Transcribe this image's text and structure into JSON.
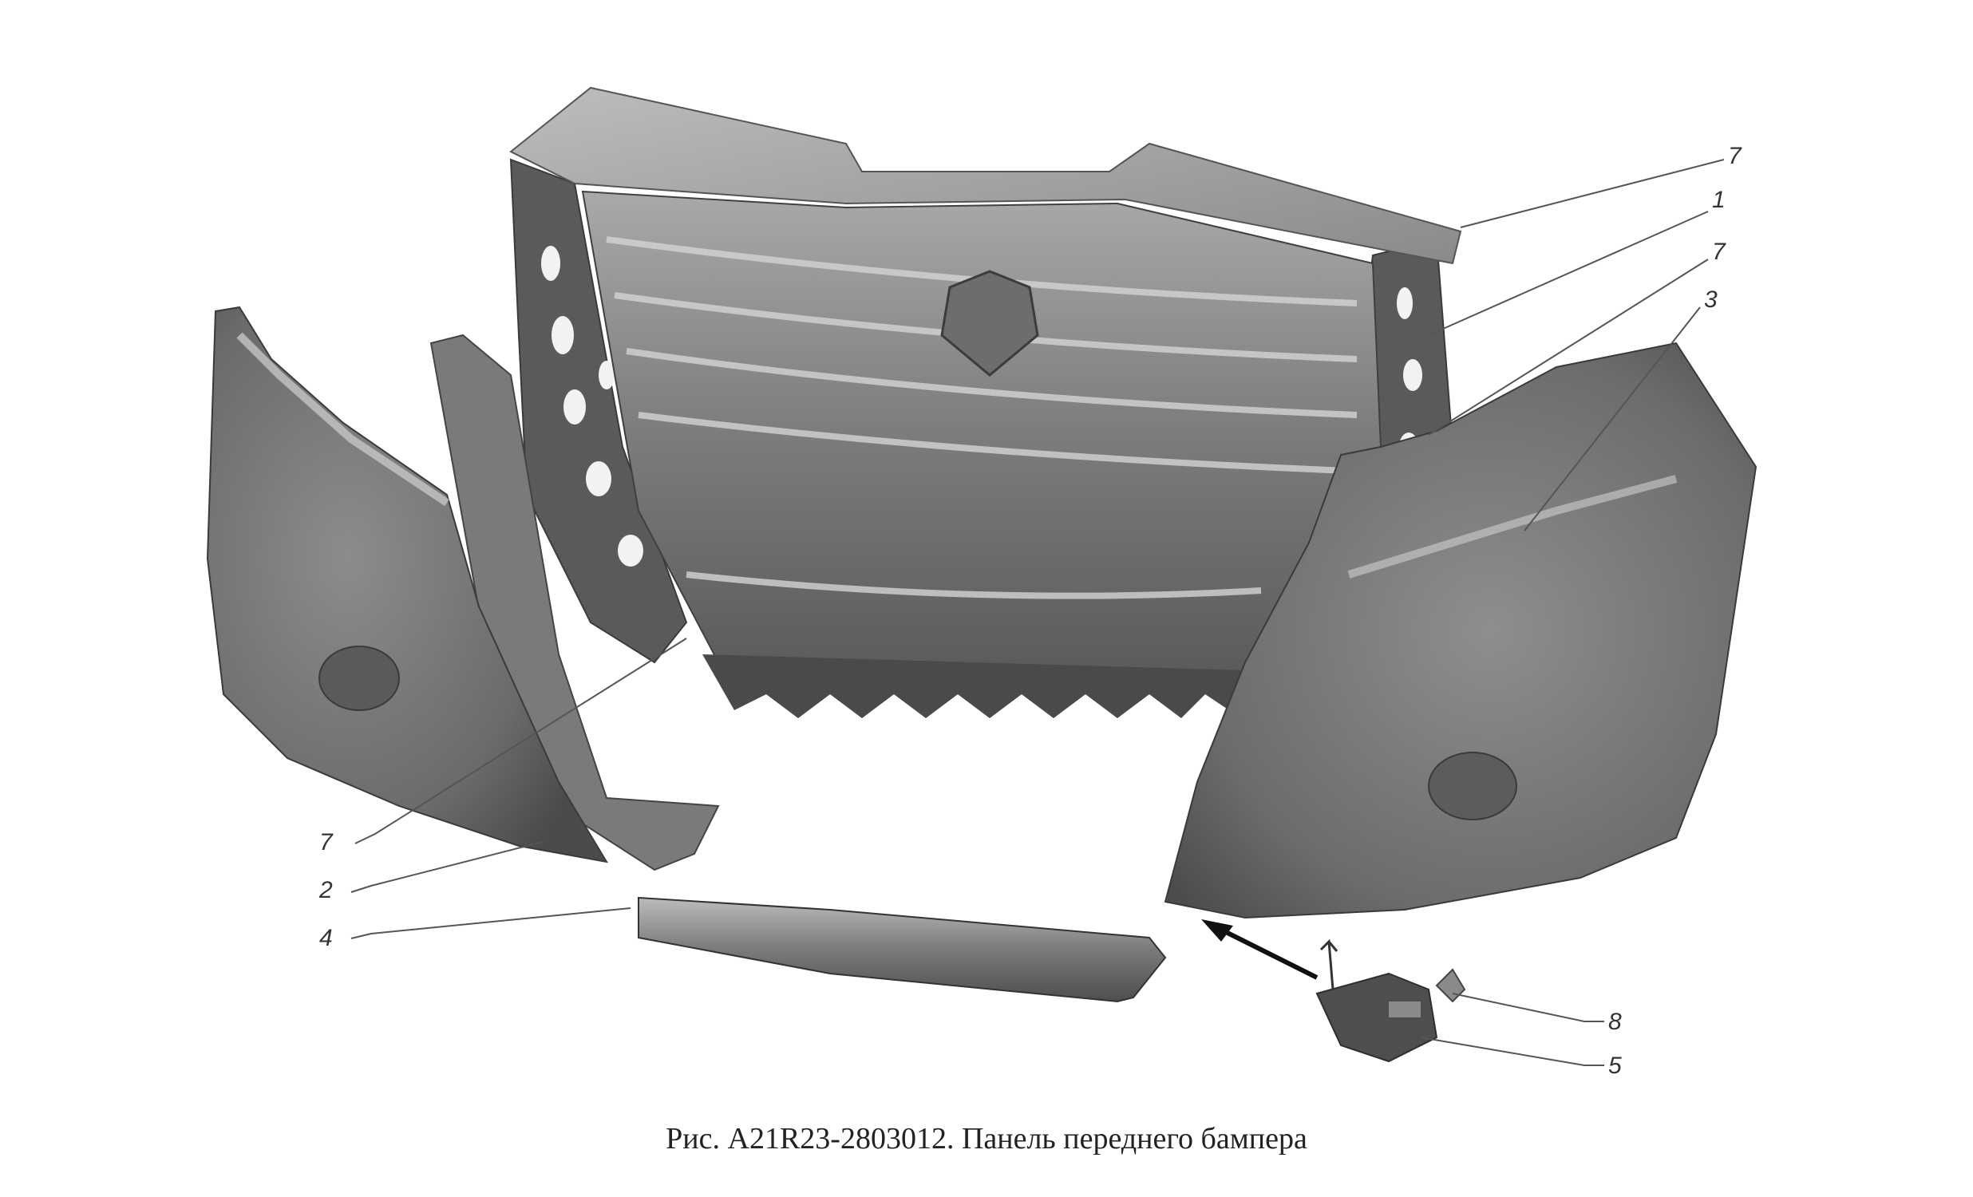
{
  "caption": "Рис. A21R23-2803012. Панель переднего бампера",
  "callouts": [
    "7",
    "1",
    "7",
    "3",
    "7",
    "2",
    "4",
    "8",
    "5"
  ],
  "colors": {
    "part_light": "#b9b9b9",
    "part_mid": "#8f8f8f",
    "part_dark": "#5e5e5e",
    "part_shadow": "#3f3f3f",
    "leader": "#555555",
    "text": "#333333"
  }
}
